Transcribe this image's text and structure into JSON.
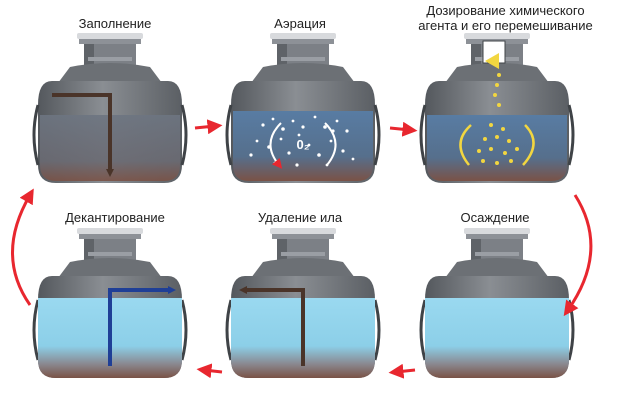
{
  "stages": [
    {
      "label": "Заполнение"
    },
    {
      "label": "Аэрация",
      "gas_label": "0₂"
    },
    {
      "label_line1": "Дозирование химического",
      "label_line2": "агента и его перемешивание"
    },
    {
      "label": "Декантирование"
    },
    {
      "label": "Удаление ила"
    },
    {
      "label": "Осаждение"
    }
  ],
  "colors": {
    "tank_body": "#6f7378",
    "tank_dark": "#4c5055",
    "tank_light": "#9ca0a5",
    "aeration_water": "#4a6d93",
    "clear_water": "#8fd3ec",
    "sludge": "#7a5246",
    "cycle_arrow": "#e8272f",
    "air_bubble": "#ffffff",
    "chemical": "#f2d640",
    "pipe_brown": "#4a3429",
    "pipe_blue": "#1f3f96"
  }
}
